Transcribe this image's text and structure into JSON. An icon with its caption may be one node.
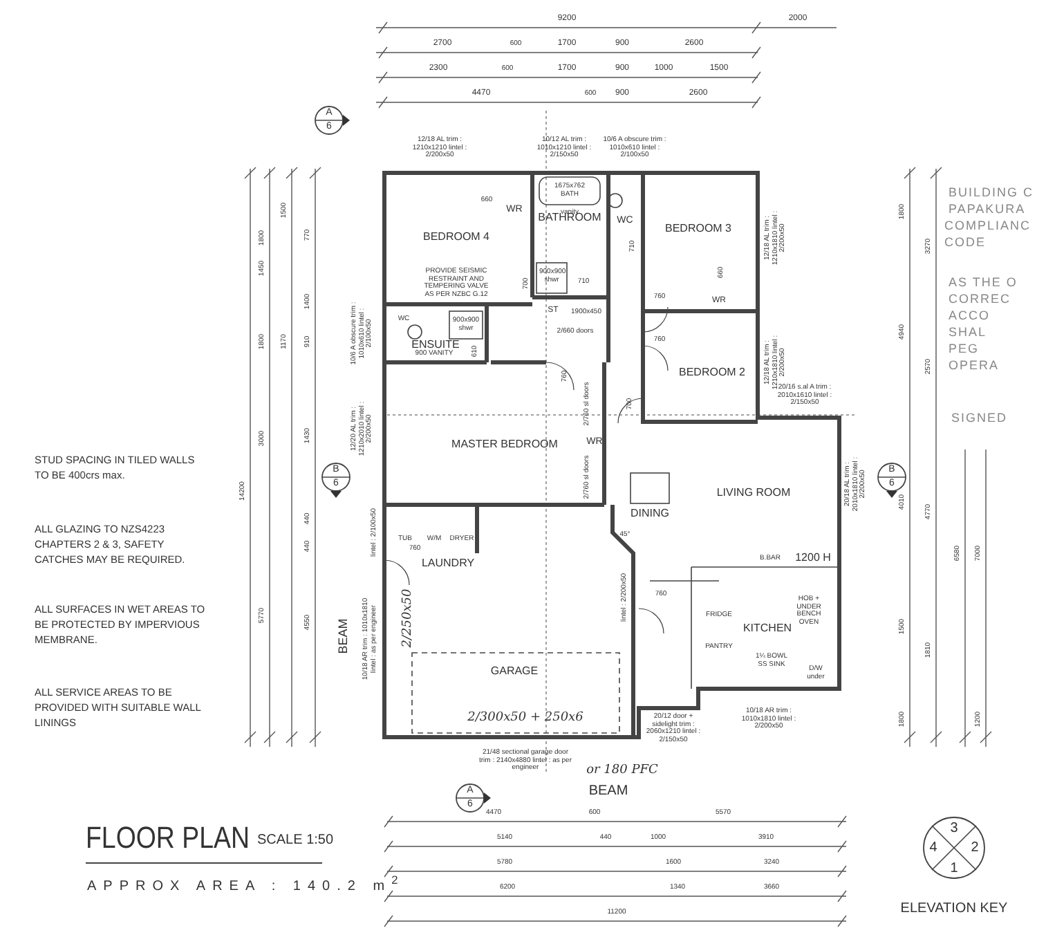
{
  "diagram": {
    "title": "FLOOR PLAN",
    "nodes": [
      {
        "text": [
          "A",
          "6"
        ]
      },
      {
        "text": [
          "BEDROOM 4"
        ]
      },
      {
        "text": [
          "BATHROOM"
        ]
      },
      {
        "text": [
          "BEDROOM 3"
        ]
      },
      {
        "text": [
          "ENSUITE"
        ]
      },
      {
        "text": [
          "BEDROOM 2"
        ]
      },
      {
        "text": [
          "MASTER BEDROOM"
        ]
      },
      {
        "text": [
          "B",
          "6"
        ]
      },
      {
        "text": [
          "DINING"
        ]
      },
      {
        "text": [
          "LIVING ROOM"
        ]
      },
      {
        "text": [
          "B",
          "6"
        ]
      },
      {
        "text": [
          "LAUNDRY"
        ]
      },
      {
        "text": [
          "KITCHEN"
        ]
      },
      {
        "text": [
          "GARAGE"
        ]
      },
      {
        "text": [
          "A",
          "6"
        ]
      },
      {
        "text": [
          "3",
          "4",
          "2",
          "1"
        ]
      }
    ],
    "labels": [
      "9200",
      "2000",
      "2700",
      "600",
      "1700",
      "900",
      "2600",
      "2300",
      "600",
      "1700",
      "900",
      "1000",
      "1500",
      "4470",
      "600",
      "900",
      "2600",
      "12/18 AL trim : 1210x1210 lintel : 2/200x50",
      "10/12 AL trim : 1010x1210 lintel : 2/150x50",
      "10/6 A obscure trim : 1010x610 lintel : 2/100x50",
      "1800",
      "1500",
      "770",
      "1450",
      "1400",
      "1800",
      "1170",
      "910",
      "3000",
      "1430",
      "14200",
      "440",
      "440",
      "5770",
      "4550",
      "STUD SPACING IN TILED WALLS TO BE 400crs max.",
      "ALL GLAZING TO NZS4223 CHAPTERS 2 & 3, SAFETY CATCHES MAY BE REQUIRED.",
      "ALL SURFACES IN WET AREAS TO BE PROTECTED BY IMPERVIOUS MEMBRANE.",
      "ALL SERVICE AREAS TO BE PROVIDED WITH SUITABLE WALL LININGS",
      "660",
      "WR",
      "1675x762 BATH",
      "vanity",
      "WC",
      "710",
      "PROVIDE SEISMIC RESTRAINT AND TEMPERING VALVE AS PER NZBC G.12",
      "700",
      "900x900 shwr",
      "710",
      "ST",
      "1900x450",
      "2/660 doors",
      "10/6 A obscure trim : 1010x610 lintel : 2/100x50",
      "WC",
      "900x900 shwr",
      "900 VANITY",
      "610",
      "12/18 AL trim : 1210x1810 lintel : 2/200x50",
      "660",
      "760",
      "WR",
      "760",
      "12/18 AL trim : 1210x1810 lintel : 2/200x50",
      "700",
      "760",
      "2/760 sl doors",
      "WR",
      "2/760 sl doors",
      "12/20 AL trim : 1210x2010 lintel : 2/200x50",
      "20/16 s.al A trim : 2010x1610 lintel : 2/150x50",
      "20/18 AL trim : 2010x1810 lintel : 2/200x50",
      "45°",
      "TUB",
      "W/M",
      "DRYER",
      "760",
      "lintel : 2/100x50",
      "B.BAR",
      "1200 H",
      "lintel : 2/200x50",
      "760",
      "HOB + UNDER BENCH OVEN",
      "FRIDGE",
      "PANTRY",
      "1¼ BOWL SS SINK",
      "D/W under",
      "20/12 door + sidelight trim : 2060x1210 lintel : 2/150x50",
      "10/18 AR trim : 1010x1810 lintel : 2/200x50",
      "BEAM",
      "10/18 AR trim : 1010x1810 lintel : as per engineer",
      "2/250x50",
      "2/300x50 + 250x6",
      "21/48 sectional garage door trim : 2140x4880 lintel : as per engineer",
      "or 180 PFC",
      "BEAM",
      "4470",
      "600",
      "5570",
      "5140",
      "440",
      "1000",
      "3910",
      "5780",
      "1600",
      "3240",
      "6200",
      "1340",
      "3660",
      "11200",
      "1800",
      "3270",
      "4940",
      "2570",
      "4010",
      "4770",
      "6580",
      "7000",
      "1500",
      "1810",
      "1800",
      "1200",
      "BUILDING C",
      "PAPAKURA",
      "COMPLIANC",
      "CODE",
      "AS THE O",
      "CORREC",
      "ACCO",
      "SHAL",
      "PEG",
      "OPERA",
      "SIGNED",
      "SCALE 1:50",
      "APPROX AREA : 140.2 m$^{2}$",
      "ELEVATION KEY"
    ]
  }
}
